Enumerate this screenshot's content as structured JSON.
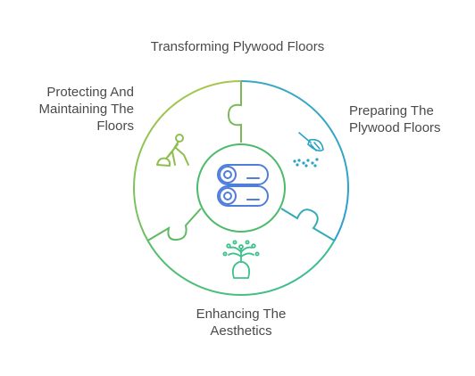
{
  "diagram": {
    "title": "Transforming Plywood Floors",
    "segments": [
      {
        "id": "protecting",
        "lines": [
          "Protecting And",
          "Maintaining The",
          "Floors"
        ],
        "icon": "person-mopping-icon",
        "color": "#8fbe4f"
      },
      {
        "id": "preparing",
        "lines": [
          "Preparing The",
          "Plywood Floors"
        ],
        "icon": "sweeping-broom-icon",
        "color": "#2aa3c6"
      },
      {
        "id": "enhancing",
        "lines": [
          "Enhancing The",
          "Aesthetics"
        ],
        "icon": "plant-vase-icon",
        "color": "#3cc28a"
      }
    ],
    "center_icon": "plywood-rolls-icon",
    "colors": {
      "text": "#4a4a4a",
      "center": "#4f7fd9",
      "green": "#4cba6a"
    }
  }
}
